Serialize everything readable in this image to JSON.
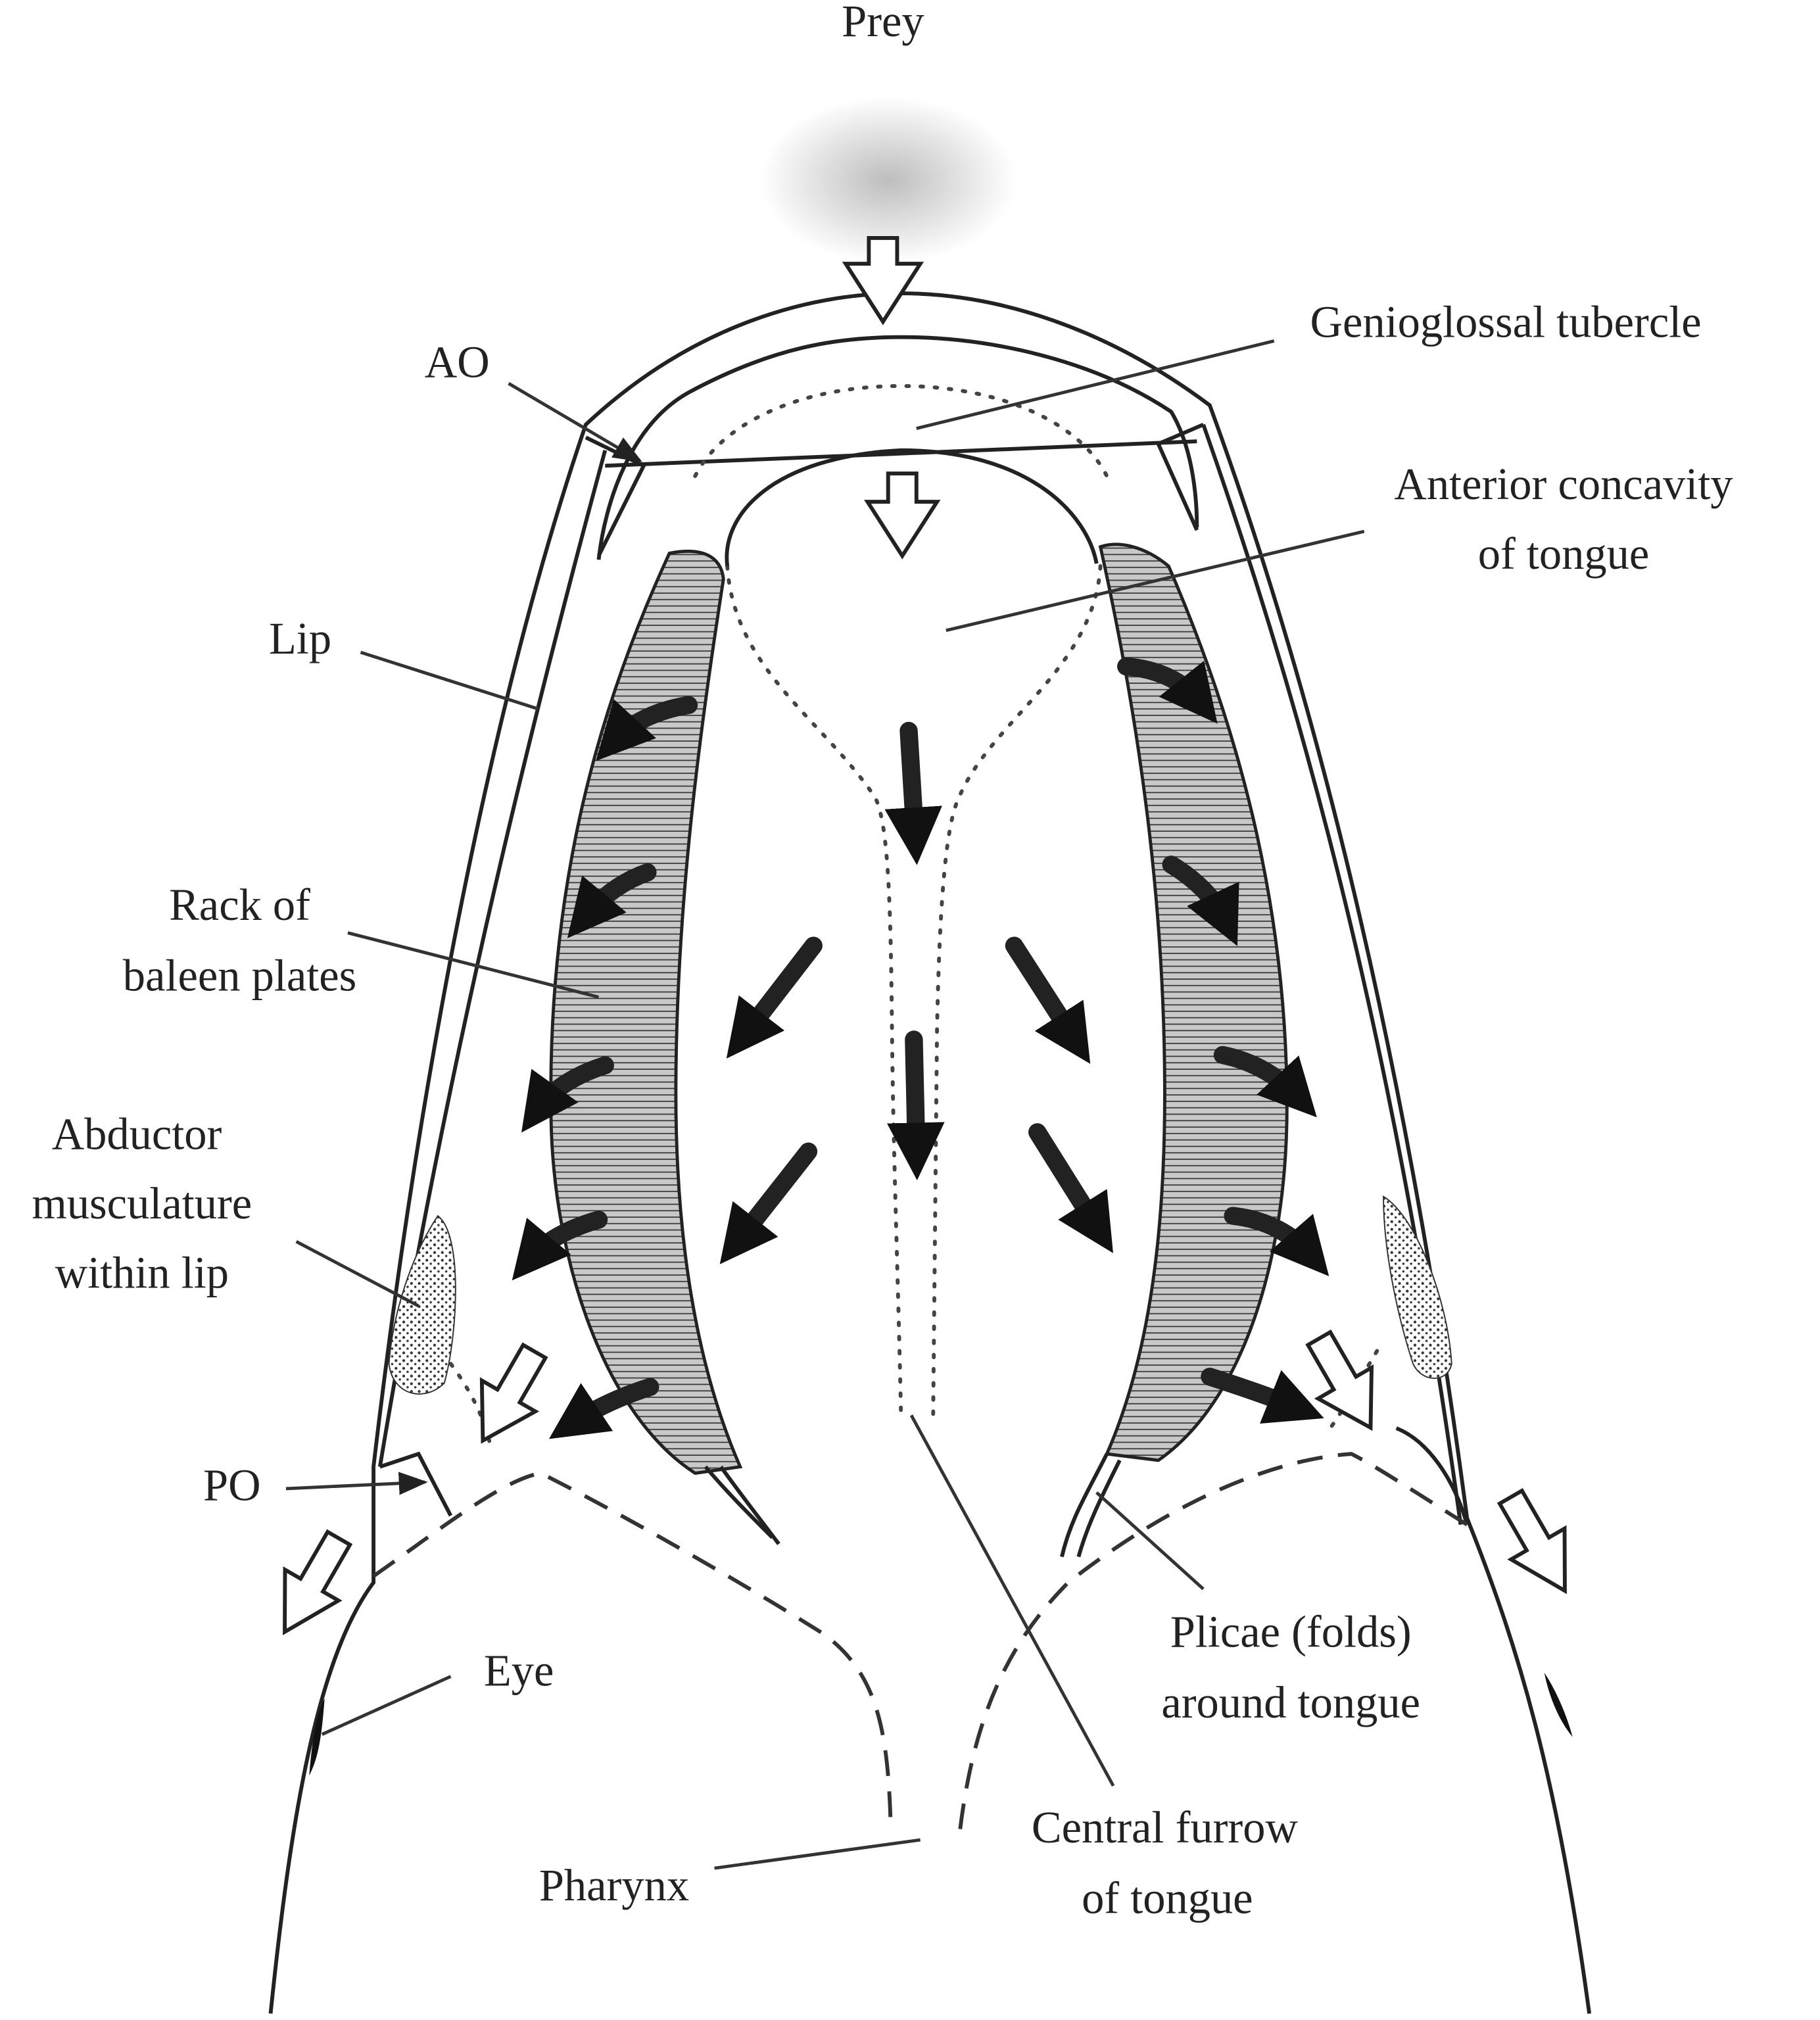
{
  "labels": {
    "prey": "Prey",
    "genioglossal_tubercle": "Genioglossal tubercle",
    "ao": "AO",
    "anterior_concavity_line1": "Anterior concavity",
    "anterior_concavity_line2": "of tongue",
    "lip": "Lip",
    "rack_line1": "Rack of",
    "rack_line2": "baleen plates",
    "abductor_line1": "Abductor",
    "abductor_line2": "musculature",
    "abductor_line3": "within lip",
    "po": "PO",
    "plicae_line1": "Plicae (folds)",
    "plicae_line2": "around tongue",
    "eye": "Eye",
    "central_furrow_line1": "Central furrow",
    "central_furrow_line2": "of tongue",
    "pharynx": "Pharynx"
  },
  "colors": {
    "ink": "#222222",
    "baleen_fill": "#c8c8c8",
    "background": "#ffffff"
  }
}
